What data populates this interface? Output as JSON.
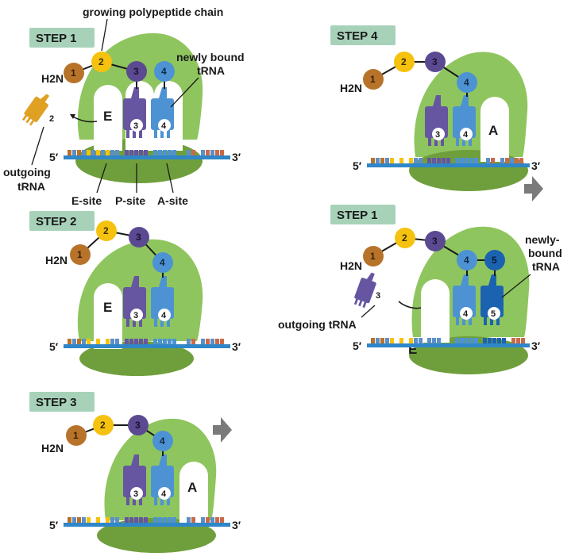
{
  "labels": {
    "growing_chain": "growing polypeptide chain",
    "newly_bound_1": "newly bound",
    "newly_bound_2": "tRNA",
    "newly_bound_alt_1": "newly-",
    "newly_bound_alt_2": "bound",
    "newly_bound_alt_3": "tRNA",
    "outgoing_1": "outgoing",
    "outgoing_2": "tRNA",
    "outgoing_trna": "outgoing tRNA",
    "e_site": "E-site",
    "p_site": "P-site",
    "a_site": "A-site",
    "five_prime": "5′",
    "three_prime": "3′",
    "n_terminus": "H2N",
    "site_e": "E",
    "site_a": "A"
  },
  "panels": [
    {
      "id": "panel-1",
      "step": "STEP 1",
      "amino_acids": [
        "1",
        "2",
        "3",
        "4"
      ],
      "ribosome_trnas": [
        "3",
        "4"
      ],
      "outgoing_trna": "2",
      "open_site": "E"
    },
    {
      "id": "panel-2",
      "step": "STEP 2",
      "amino_acids": [
        "1",
        "2",
        "3",
        "4"
      ],
      "ribosome_trnas": [
        "3",
        "4"
      ],
      "outgoing_trna": "",
      "open_site": "E"
    },
    {
      "id": "panel-3",
      "step": "STEP 3",
      "amino_acids": [
        "1",
        "2",
        "3",
        "4"
      ],
      "ribosome_trnas": [
        "3",
        "4"
      ],
      "outgoing_trna": "",
      "open_site": "A"
    },
    {
      "id": "panel-4",
      "step": "STEP 4",
      "amino_acids": [
        "1",
        "2",
        "3",
        "4"
      ],
      "ribosome_trnas": [
        "3",
        "4"
      ],
      "outgoing_trna": "",
      "open_site": "A"
    },
    {
      "id": "panel-5",
      "step": "STEP 1",
      "amino_acids": [
        "1",
        "2",
        "3",
        "4",
        "5"
      ],
      "ribosome_trnas": [
        "4",
        "5"
      ],
      "outgoing_trna": "3",
      "open_site": "E"
    }
  ],
  "colors": {
    "ribosome_large": "#8fc55e",
    "ribosome_small": "#6f9f3c",
    "mrna_strand": "#2f86c8",
    "aa1": "#b8732a",
    "aa2": "#f5c20f",
    "aa3": "#5b4a92",
    "aa4": "#4d93d4",
    "aa5": "#1b63b0",
    "trna_purple": "#6655a0",
    "trna_blue": "#4d93d4",
    "trna_darkblue": "#1b63b0",
    "trna_gold": "#e0a024",
    "step_badge": "#a7d2b9",
    "arrow": "#7a7a7a"
  }
}
